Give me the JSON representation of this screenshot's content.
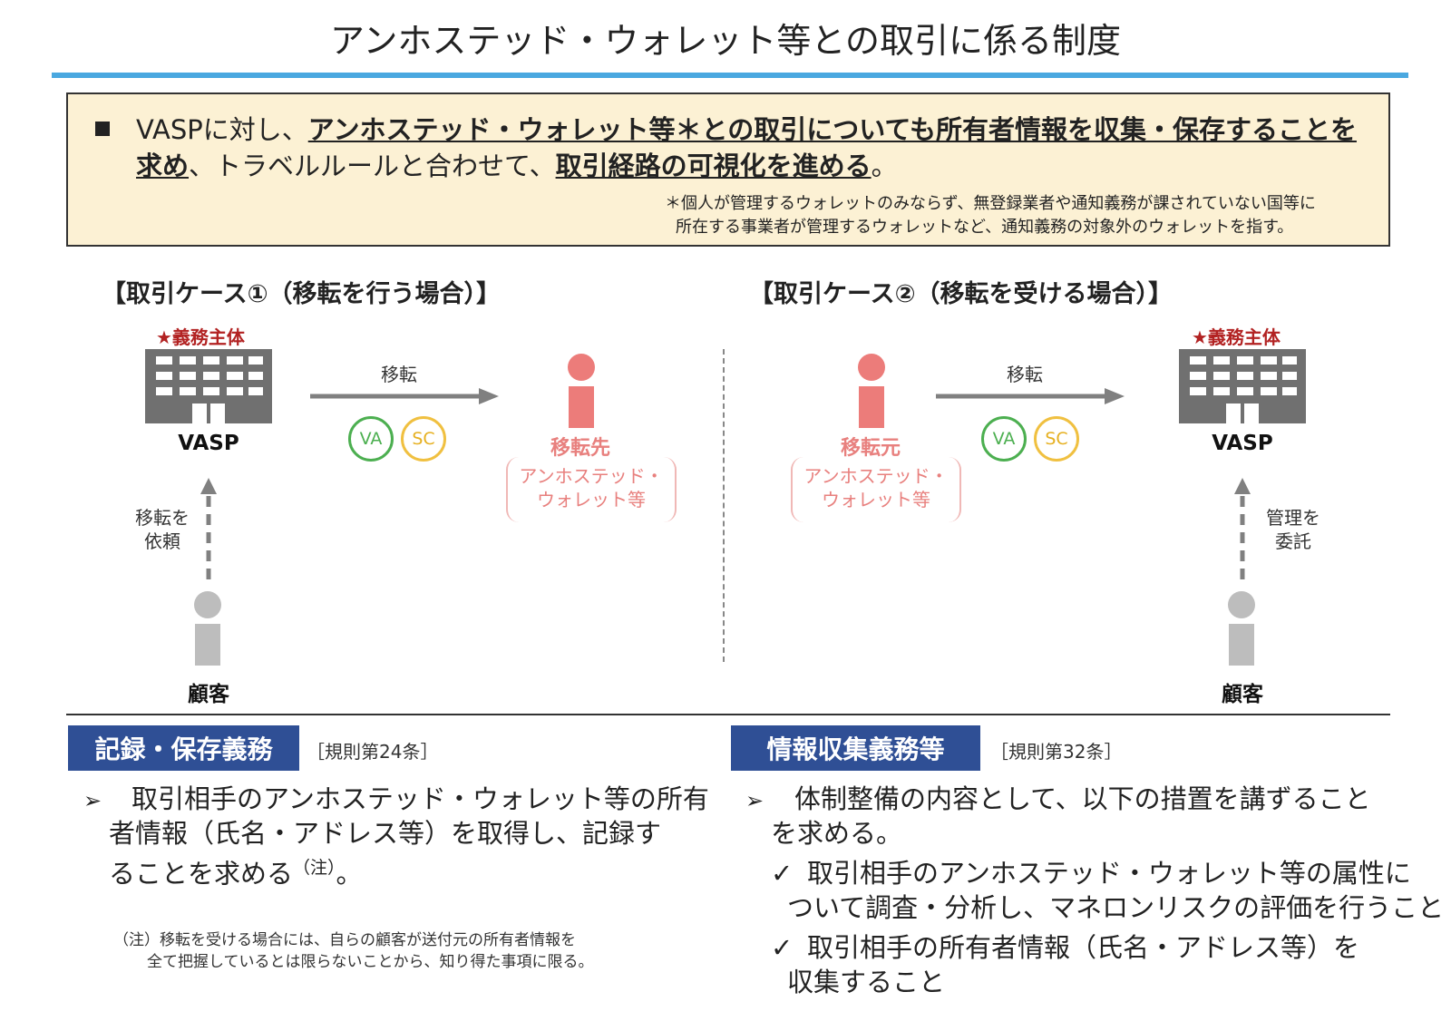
{
  "header": {
    "title": "アンホステッド・ウォレット等との取引に係る制度"
  },
  "summary": {
    "line1_plain": "VASPに対し、",
    "line1_bold": "アンホステッド・ウォレット等＊との取引についても所有者情報を収集・保存することを",
    "line2_bold1": "求め",
    "line2_plain1": "、トラベルルールと合わせて、",
    "line2_bold2": "取引経路の可視化を進める",
    "line2_plain2": "。",
    "note_line1": "＊個人が管理するウォレットのみならず、無登録業者や通知義務が課されていない国等に",
    "note_line2": "所在する事業者が管理するウォレットなど、通知義務の対象外のウォレットを指す。"
  },
  "case1": {
    "title": "【取引ケース①（移転を行う場合）】",
    "duty_label": "★義務主体",
    "vasp_label": "VASP",
    "arrow_label": "移転",
    "badge_va": "VA",
    "badge_sc": "SC",
    "destination_label": "移転先",
    "wallet_line1": "アンホステッド・",
    "wallet_line2": "ウォレット等",
    "request_line1": "移転を",
    "request_line2": "依頼",
    "customer_label": "顧客"
  },
  "case2": {
    "title": "【取引ケース②（移転を受ける場合）】",
    "duty_label": "★義務主体",
    "vasp_label": "VASP",
    "arrow_label": "移転",
    "badge_va": "VA",
    "badge_sc": "SC",
    "source_label": "移転元",
    "wallet_line1": "アンホステッド・",
    "wallet_line2": "ウォレット等",
    "entrust_line1": "管理を",
    "entrust_line2": "委託",
    "customer_label": "顧客"
  },
  "record": {
    "heading": "記録・保存義務",
    "article": "［規則第24条］",
    "bullet_mark": "➢",
    "line1": "取引相手のアンホステッド・ウォレット等の所有",
    "line2": "者情報（氏名・アドレス等）を取得し、記録す",
    "line3_main": "ることを求める",
    "line3_note": "（注）",
    "line3_end": "。",
    "footnote_line1": "（注）移転を受ける場合には、自らの顧客が送付元の所有者情報を",
    "footnote_line2": "全て把握しているとは限らないことから、知り得た事項に限る。"
  },
  "info": {
    "heading": "情報収集義務等",
    "article": "［規則第32条］",
    "bullet_mark": "➢",
    "line1": "体制整備の内容として、以下の措置を講ずること",
    "line2": "を求める。",
    "check_mark": "✓",
    "item1_line1": "取引相手のアンホステッド・ウォレット等の属性に",
    "item1_line2": "ついて調査・分析し、マネロンリスクの評価を行うこと",
    "item2_line1": "取引相手の所有者情報（氏名・アドレス等）を",
    "item2_line2": "収集すること"
  },
  "colors": {
    "accent_blue": "#4aa8e0",
    "section_blue": "#2f4f95",
    "box_fill": "#fcf1d4",
    "duty_red": "#b22222",
    "pink": "#e8807e",
    "va_green": "#4caf50",
    "sc_yellow": "#f0c040"
  }
}
